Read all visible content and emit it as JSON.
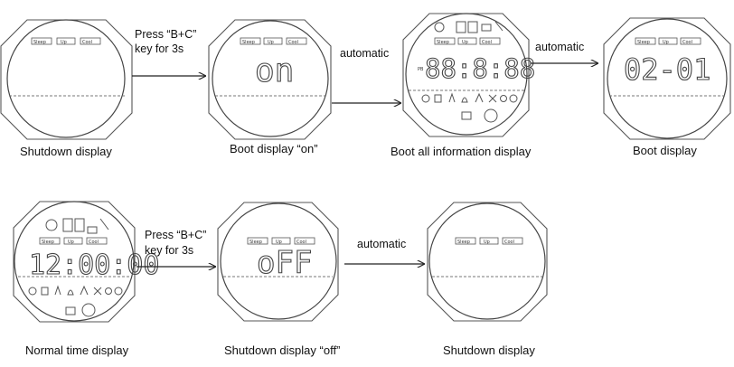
{
  "panels": [
    {
      "id": "shutdown-1",
      "caption": "Shutdown display",
      "tags": [
        "Sleep",
        "Up",
        "Cool"
      ],
      "digits": ""
    },
    {
      "id": "boot-on",
      "caption": "Boot display “on”",
      "tags": [
        "Sleep",
        "Up",
        "Cool"
      ],
      "digits": "on"
    },
    {
      "id": "boot-all",
      "caption": "Boot all information display",
      "tags": [
        "Sleep",
        "Up",
        "Cool"
      ],
      "digits": "88:8:88"
    },
    {
      "id": "boot",
      "caption": "Boot display",
      "tags": [
        "Sleep",
        "Up",
        "Cool"
      ],
      "digits": "02-01"
    },
    {
      "id": "normal-time",
      "caption": "Normal time display",
      "tags": [
        "Sleep",
        "Up",
        "Cool"
      ],
      "digits": "12:00:00"
    },
    {
      "id": "shutdown-off",
      "caption": "Shutdown display “off”",
      "tags": [
        "Sleep",
        "Up",
        "Cool"
      ],
      "digits": "oFF"
    },
    {
      "id": "shutdown-2",
      "caption": "Shutdown display",
      "tags": [
        "Sleep",
        "Up",
        "Cool"
      ],
      "digits": ""
    }
  ],
  "arrows": [
    {
      "id": "press-1",
      "lines": [
        "Press “B+C”",
        "key for 3s"
      ]
    },
    {
      "id": "auto-1",
      "lines": [
        "automatic"
      ]
    },
    {
      "id": "auto-2",
      "lines": [
        "automatic"
      ]
    },
    {
      "id": "press-2",
      "lines": [
        "Press “B+C”",
        "key for 3s"
      ]
    },
    {
      "id": "auto-3",
      "lines": [
        "automatic"
      ]
    }
  ],
  "pb_label": "PB",
  "colors": {
    "line": "#444444",
    "text": "#111111",
    "background": "#ffffff"
  }
}
